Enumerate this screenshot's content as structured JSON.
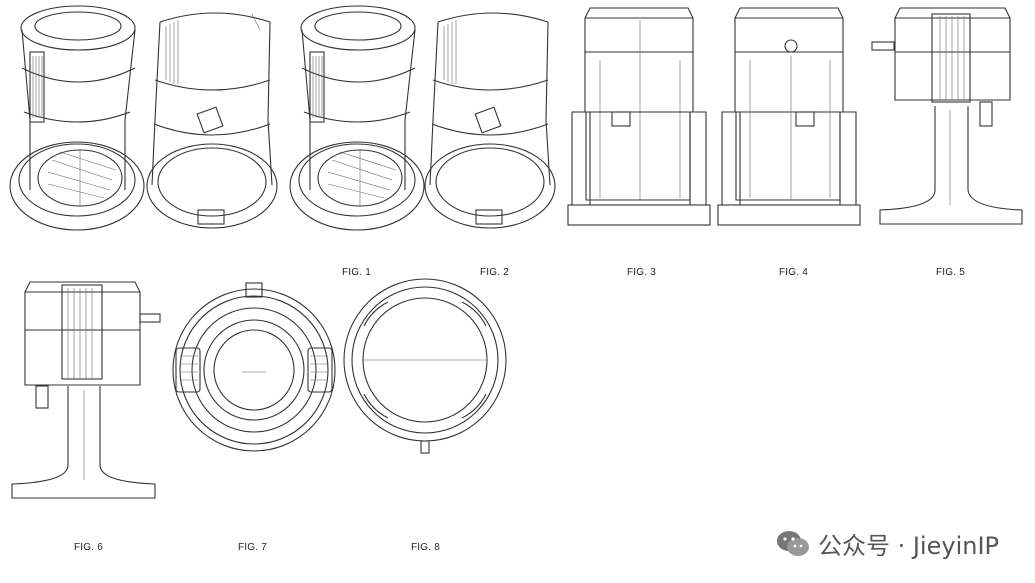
{
  "figures": [
    {
      "id": "fig1",
      "caption": "FIG. 1"
    },
    {
      "id": "fig2",
      "caption": "FIG. 2"
    },
    {
      "id": "fig3",
      "caption": "FIG. 3"
    },
    {
      "id": "fig4",
      "caption": "FIG. 4"
    },
    {
      "id": "fig5",
      "caption": "FIG. 5"
    },
    {
      "id": "fig6",
      "caption": "FIG. 6"
    },
    {
      "id": "fig7",
      "caption": "FIG. 7"
    },
    {
      "id": "fig8",
      "caption": "FIG. 8"
    }
  ],
  "watermark": {
    "text": "公众号 · JieyinIP",
    "icon": "wechat-icon"
  }
}
